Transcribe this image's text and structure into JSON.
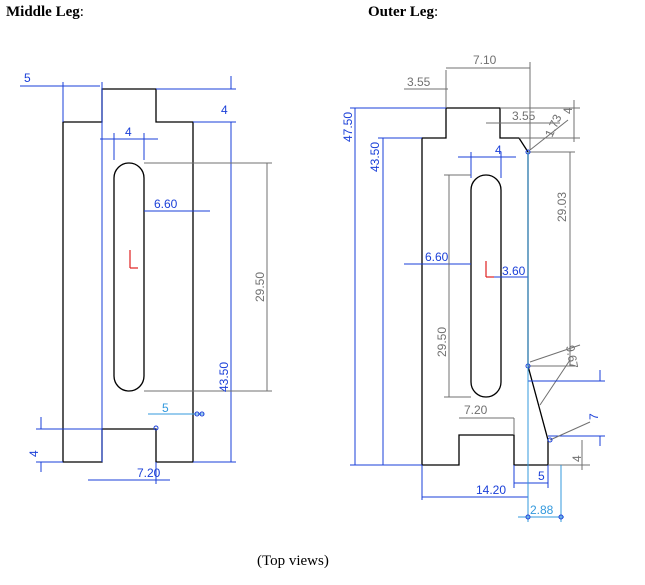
{
  "headings": {
    "middle_label": "Middle Leg",
    "outer_label": "Outer Leg",
    "colon": ":"
  },
  "caption": "(Top views)",
  "colors": {
    "outline": "#000000",
    "dimension_blue": "#1a3fd8",
    "dimension_grey": "#707070",
    "dimension_light_blue": "#3399dd",
    "origin_red": "#e02020"
  },
  "middle_leg_dims": {
    "top_offset": "5",
    "tab_height_top": "4",
    "slot_width": "4",
    "slot_offset": "6.60",
    "slot_length": "29.50",
    "overall_height": "43.50",
    "bottom_offset": "5",
    "tab_height_bottom": "4",
    "bottom_width": "7.20"
  },
  "outer_leg_dims": {
    "top_width": "7.10",
    "top_left": "3.55",
    "top_right": "3.55",
    "tab_height": "4",
    "chamfer": "1.73",
    "overall_height": "47.50",
    "body_height": "43.50",
    "slot_width": "4",
    "curve_height": "29.03",
    "slot_offset_left": "6.60",
    "slot_offset_right": "3.60",
    "slot_length": "29.50",
    "curve_radius": "9.67",
    "bottom_gap": "7.20",
    "step": "7",
    "bottom_tab": "4",
    "bottom_right": "5",
    "overall_width": "14.20",
    "offset": "2.88"
  }
}
